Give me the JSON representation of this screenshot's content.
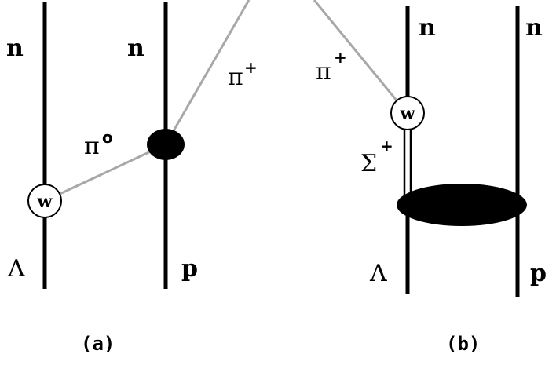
{
  "diagram_a": {
    "caption": "(a)",
    "top_left": "n",
    "top_right": "n",
    "bottom_left": "Λ",
    "bottom_right": "p",
    "pi_zero": {
      "base": "π",
      "sup": "o"
    },
    "pi_plus": {
      "base": "π",
      "sup": "+"
    },
    "vertex": "w"
  },
  "diagram_b": {
    "caption": "(b)",
    "top_left": "n",
    "top_right": "n",
    "bottom_left": "Λ",
    "bottom_right": "p",
    "pi_plus": {
      "base": "π",
      "sup": "+"
    },
    "sigma_plus": {
      "base": "Σ",
      "sup": "+"
    },
    "vertex": "w"
  },
  "colors": {
    "line": "#000000",
    "pion_line": "#a8a8a8",
    "background": "#ffffff"
  }
}
